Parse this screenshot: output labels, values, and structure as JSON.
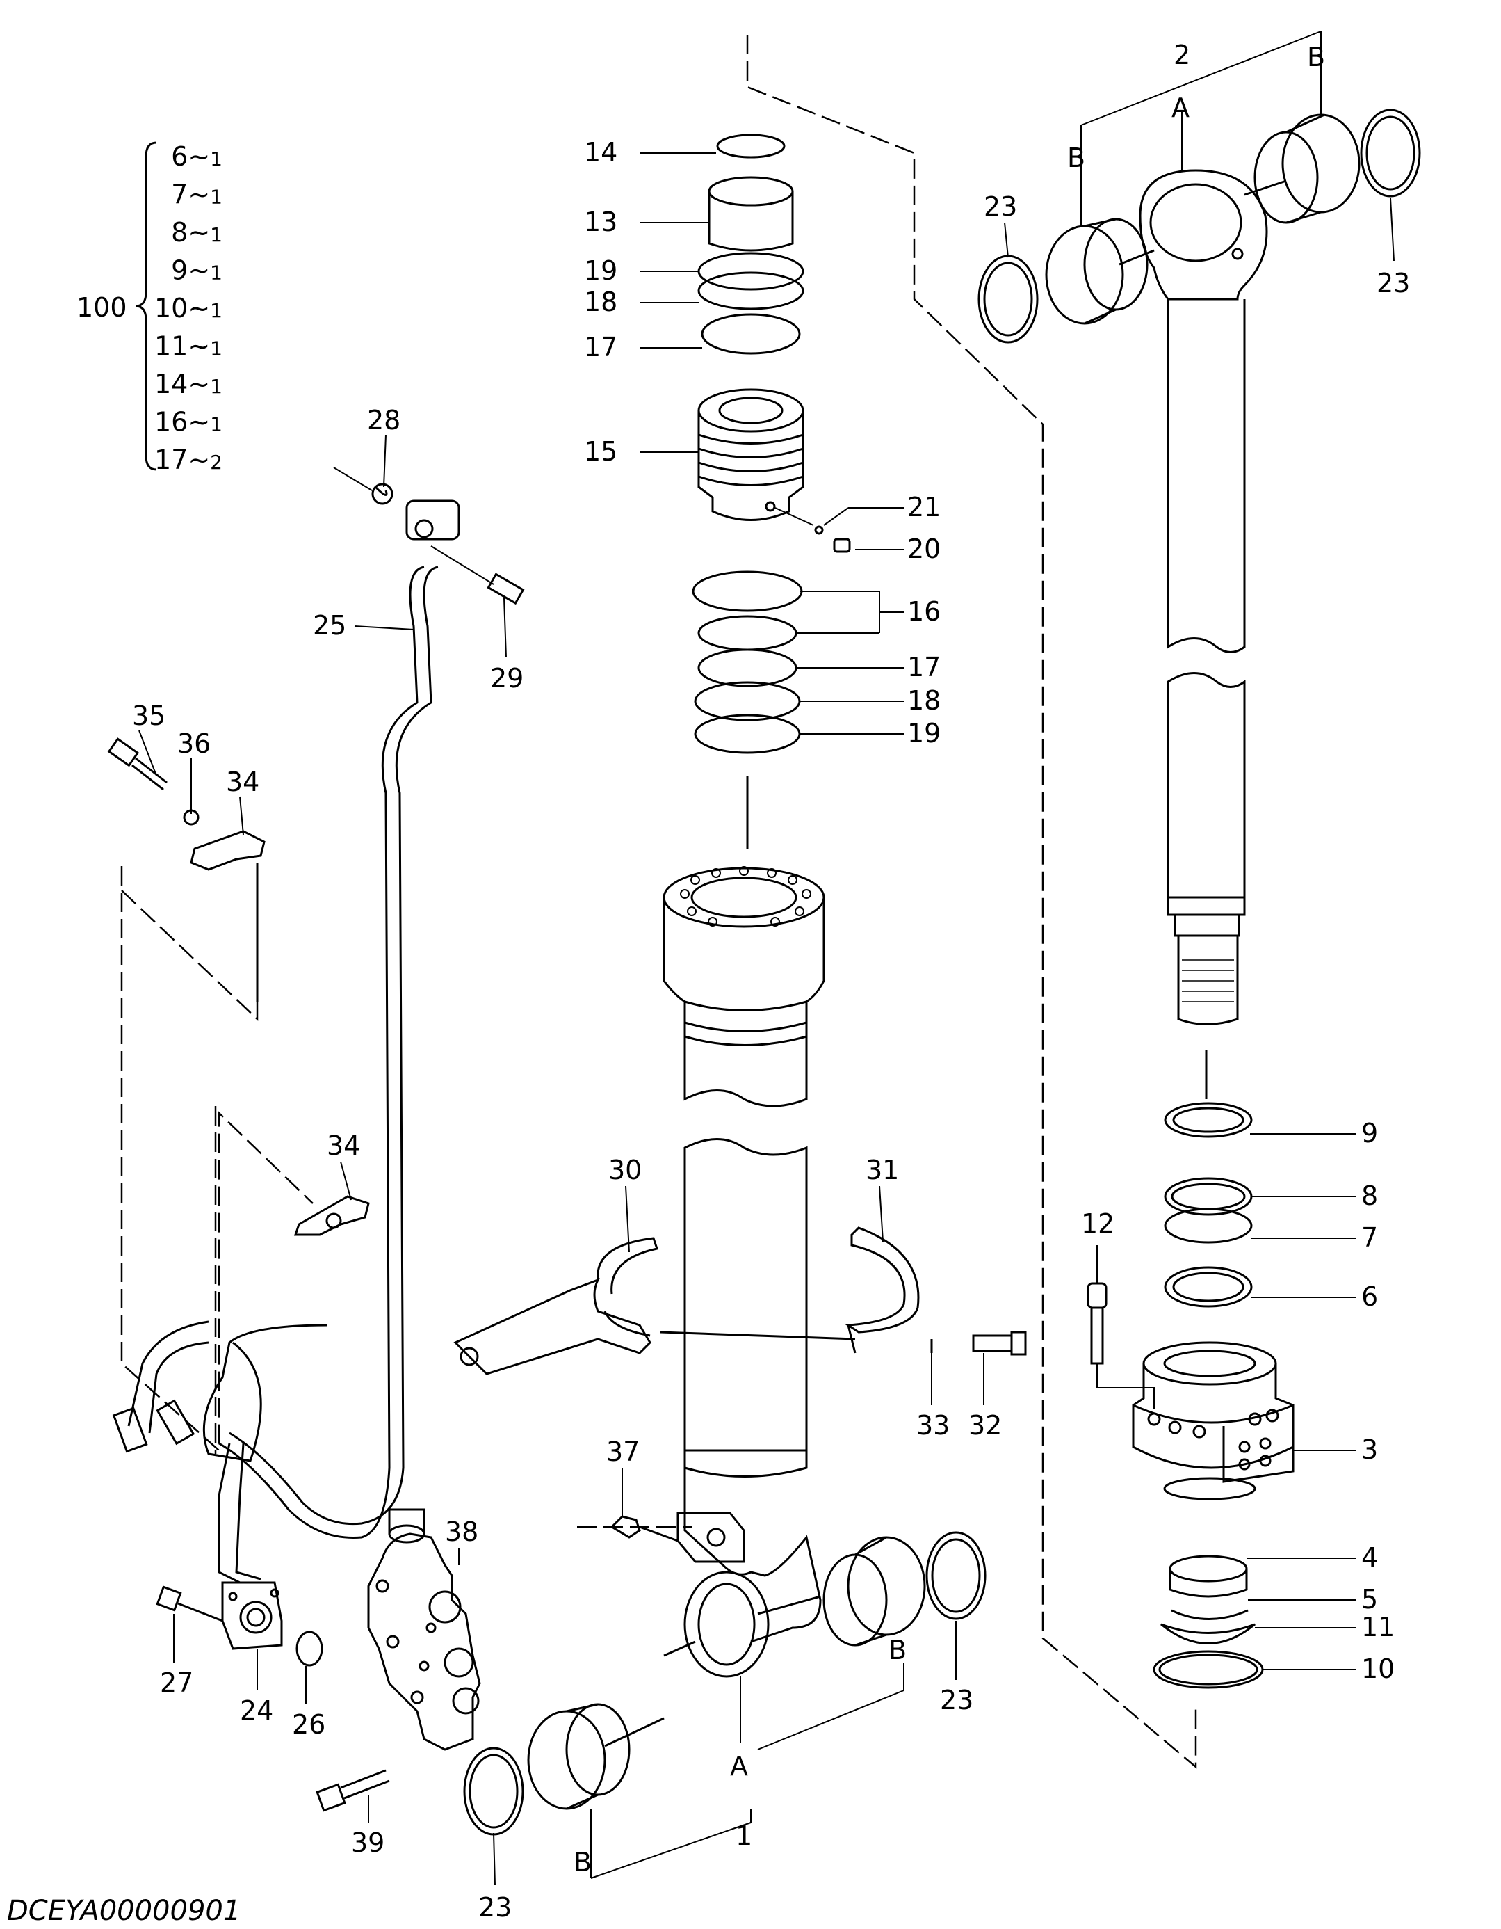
{
  "drawing_code": "DCEYA00000901",
  "kit": {
    "label": "100",
    "items": [
      {
        "no": "6",
        "qty": "1"
      },
      {
        "no": "7",
        "qty": "1"
      },
      {
        "no": "8",
        "qty": "1"
      },
      {
        "no": "9",
        "qty": "1"
      },
      {
        "no": "10",
        "qty": "1"
      },
      {
        "no": "11",
        "qty": "1"
      },
      {
        "no": "14",
        "qty": "1"
      },
      {
        "no": "16",
        "qty": "1"
      },
      {
        "no": "17",
        "qty": "2"
      }
    ],
    "separator": "~"
  },
  "assembly_letters": {
    "a": "A",
    "b": "B"
  },
  "callouts": {
    "p1": "1",
    "p2": "2",
    "p3": "3",
    "p4": "4",
    "p5": "5",
    "p6": "6",
    "p7": "7",
    "p8": "8",
    "p9": "9",
    "p10": "10",
    "p11": "11",
    "p12": "12",
    "p13": "13",
    "p14": "14",
    "p15": "15",
    "p16": "16",
    "p17": "17",
    "p18": "18",
    "p19": "19",
    "p20": "20",
    "p21": "21",
    "p23": "23",
    "p24": "24",
    "p25": "25",
    "p26": "26",
    "p27": "27",
    "p28": "28",
    "p29": "29",
    "p30": "30",
    "p31": "31",
    "p32": "32",
    "p33": "33",
    "p34": "34",
    "p35": "35",
    "p36": "36",
    "p37": "37",
    "p38": "38",
    "p39": "39"
  }
}
